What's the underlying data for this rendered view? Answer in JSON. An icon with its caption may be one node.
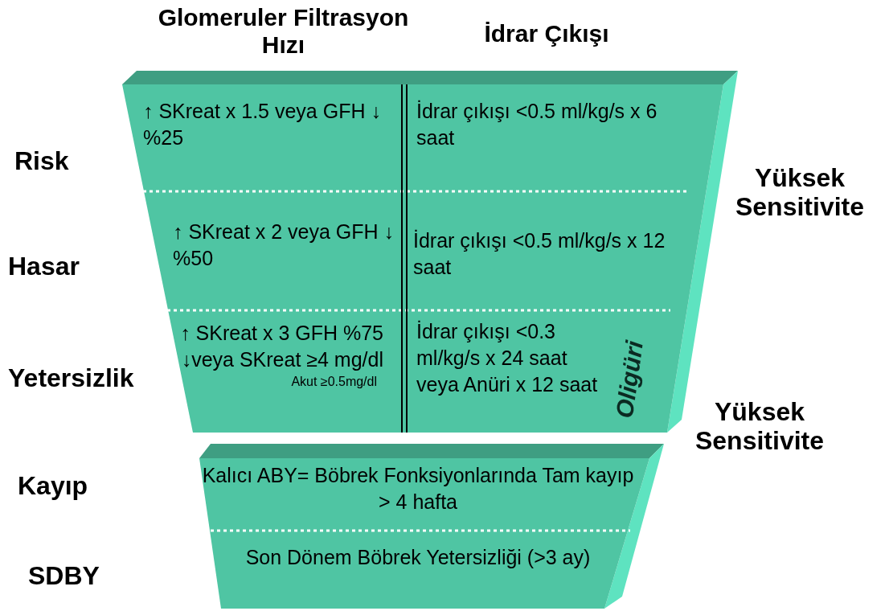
{
  "diagram": {
    "nodes": [
      {
        "text": [
          "↑ SKreat x 1.5 veya GFH ↓ %25"
        ]
      },
      {
        "text": [
          "İdrar çıkışı <0.5 ml/kg/s x 6 saat"
        ]
      },
      {
        "text": [
          "↑ SKreat x 2 veya GFH ↓ %50"
        ]
      },
      {
        "text": [
          "İdrar çıkışı <0.5 ml/kg/s x 12 saat"
        ]
      },
      {
        "text": [
          "↑ SKreat x 3 GFH %75 ↓veya SKreat ≥4 mg/dl",
          "Akut ≥0.5mg/dl"
        ]
      },
      {
        "text": [
          "İdrar çıkışı <0.3 ml/kg/s x 24 saat veya Anüri x 12 saat"
        ]
      },
      {
        "text": [
          "Kalıcı ABY= Böbrek Fonksiyonlarında Tam kayıp > 4 hafta"
        ]
      },
      {
        "text": [
          "Son Dönem Böbrek Yetersizliği (>3 ay)"
        ]
      }
    ],
    "labels": [
      "Glomeruler Filtrasyon Hızı",
      "İdrar Çıkışı",
      "Risk",
      "Yüksek Sensitivite",
      "Hasar",
      "Yetersizlik",
      "Oligüri",
      "Yüksek Sensitivite",
      "Kayıp",
      "SDBY"
    ]
  }
}
